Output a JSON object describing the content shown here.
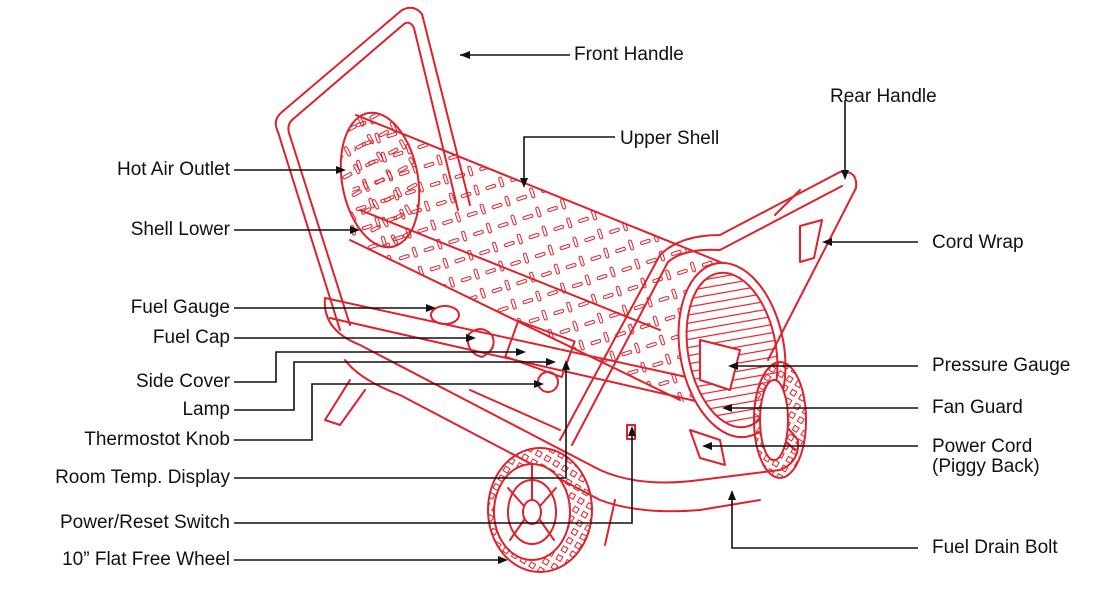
{
  "colors": {
    "drawing": "#e0212b",
    "leader": "#111111",
    "text": "#111111"
  },
  "labels": {
    "front_handle": "Front Handle",
    "rear_handle": "Rear Handle",
    "upper_shell": "Upper Shell",
    "hot_air_outlet": "Hot Air Outlet",
    "shell_lower": "Shell Lower",
    "cord_wrap": "Cord Wrap",
    "fuel_gauge": "Fuel Gauge",
    "fuel_cap": "Fuel Cap",
    "side_cover": "Side Cover",
    "lamp": "Lamp",
    "thermostat_knob": "Thermostot Knob",
    "room_temp_display": "Room Temp. Display",
    "power_reset_switch": "Power/Reset Switch",
    "flat_free_wheel": "10” Flat Free Wheel",
    "pressure_gauge": "Pressure Gauge",
    "fan_guard": "Fan Guard",
    "power_cord_line1": "Power Cord",
    "power_cord_line2": "(Piggy Back)",
    "fuel_drain_bolt": "Fuel Drain Bolt"
  }
}
